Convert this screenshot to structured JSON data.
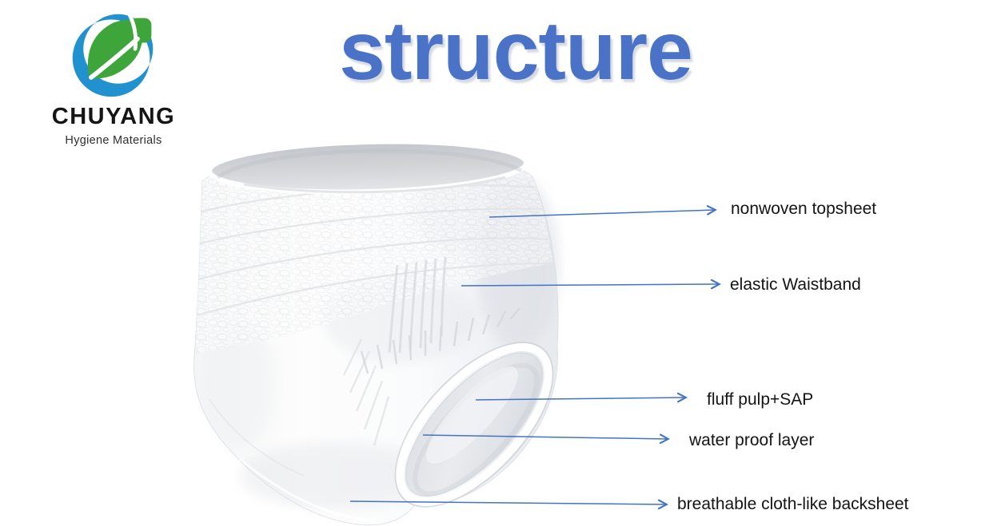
{
  "logo": {
    "brand": "CHUYANG",
    "tagline": "Hygiene Materials",
    "colors": {
      "blue": "#2191cf",
      "green": "#3ea53b",
      "text": "#151515"
    }
  },
  "title": {
    "text": "structure",
    "color": "#4a73c8"
  },
  "diagram": {
    "arrow_color": "#4472c4",
    "labels": [
      {
        "text": "nonwoven topsheet"
      },
      {
        "text": "elastic Waistband"
      },
      {
        "text": "fluff pulp+SAP"
      },
      {
        "text": "water proof layer"
      },
      {
        "text": "breathable cloth-like backsheet"
      }
    ]
  }
}
